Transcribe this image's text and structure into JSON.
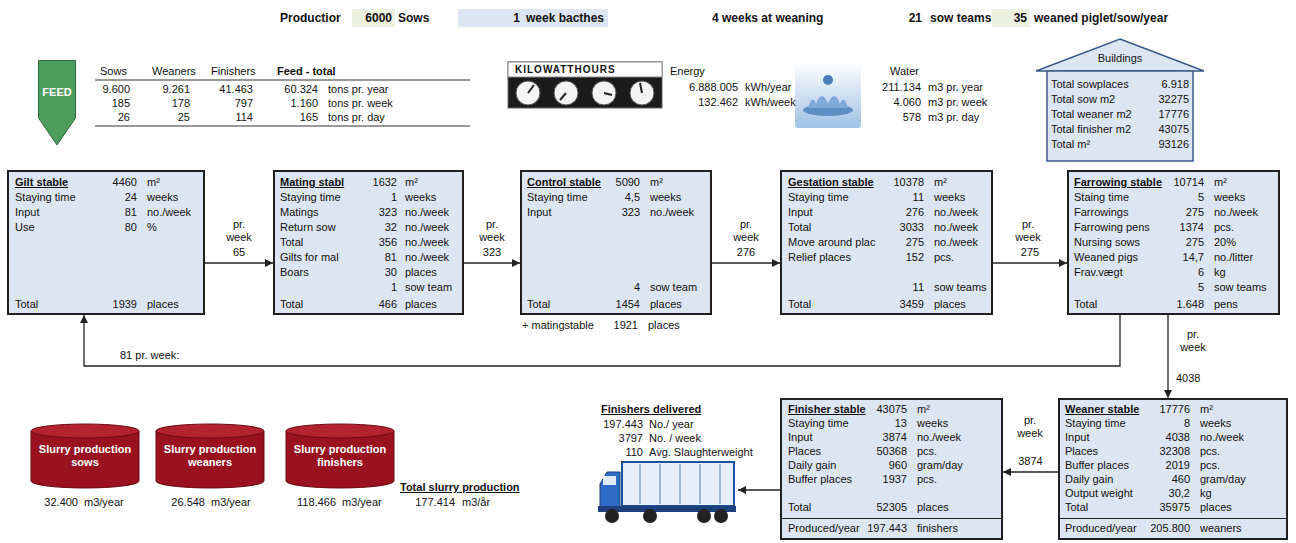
{
  "diagram": {
    "nodes": [
      {
        "text": [
          "FEED"
        ]
      },
      {
        "text": [
          "Buildings",
          "Total sowplaces",
          "6.918",
          "Total sow m2",
          "32275",
          "Total weaner m2",
          "17776",
          "Total finisher m2",
          "43075",
          "Total m²",
          "93126"
        ]
      },
      {
        "text": [
          "Gilt stable",
          "4460",
          "m²",
          "Staying time",
          "24",
          "weeks",
          "Input",
          "81",
          "no./week",
          "Use",
          "80",
          "%",
          "Total",
          "1939",
          "places"
        ]
      },
      {
        "text": [
          "Mating stabl",
          "1632",
          "m²",
          "Staying time",
          "1",
          "weeks",
          "Matings",
          "323",
          "no./week",
          "Return sow",
          "32",
          "no./week",
          "Total",
          "356",
          "no./week",
          "Gilts for mal",
          "81",
          "no./week",
          "Boars",
          "30",
          "places",
          "1",
          "sow team",
          "Total",
          "466",
          "places"
        ]
      },
      {
        "text": [
          "Control stable",
          "5090",
          "m²",
          "Staying time",
          "4,5",
          "weeks",
          "Input",
          "323",
          "no./week",
          "4",
          "sow team",
          "Total",
          "1454",
          "places"
        ]
      },
      {
        "text": [
          "Gestation stable",
          "10378",
          "m²",
          "Staying time",
          "11",
          "weeks",
          "Input",
          "276",
          "no./week",
          "Total",
          "3033",
          "no./week",
          "Move around plac",
          "275",
          "no./week",
          "Relief places",
          "152",
          "pcs.",
          "11",
          "sow teams",
          "Total",
          "3459",
          "places"
        ]
      },
      {
        "text": [
          "Farrowing stable",
          "10714",
          "m²",
          "Staing time",
          "5",
          "weeks",
          "Farrowings",
          "275",
          "no./week",
          "Farrowing pens",
          "1374",
          "pcs.",
          "Nursing sows",
          "275",
          "20%",
          "Weaned pigs",
          "14,7",
          "no./litter",
          "Frav.vægt",
          "6",
          "kg",
          "5",
          "sow teams",
          "Total",
          "1.648",
          "pens"
        ]
      },
      {
        "text": [
          "Slurry production sows"
        ]
      },
      {
        "text": [
          "Slurry production weaners"
        ]
      },
      {
        "text": [
          "Slurry production finishers"
        ]
      },
      {
        "text": [
          "Finisher stable",
          "43075",
          "m²",
          "Staying time",
          "13",
          "weeks",
          "Input",
          "3874",
          "no./week",
          "Places",
          "50368",
          "pcs.",
          "Daily gain",
          "960",
          "gram/day",
          "Buffer places",
          "1937",
          "pcs.",
          "Total",
          "52305",
          "places",
          "Produced/year",
          "197.443",
          "finishers"
        ]
      },
      {
        "text": [
          "Weaner stable",
          "17776",
          "m²",
          "Staying time",
          "8",
          "weeks",
          "Input",
          "4038",
          "no./week",
          "Places",
          "32308",
          "pcs.",
          "Buffer places",
          "2019",
          "pcs.",
          "Daily gain",
          "460",
          "gram/day",
          "Output weight",
          "30,2",
          "kg",
          "Total",
          "35975",
          "places",
          "Produced/year",
          "205.800",
          "weaners"
        ]
      }
    ],
    "edges": [
      {
        "from": 2,
        "to": 3,
        "label": "65",
        "arrow": "to"
      },
      {
        "from": 3,
        "to": 4,
        "label": "323",
        "arrow": "to"
      },
      {
        "from": 4,
        "to": 5,
        "label": "276",
        "arrow": "to"
      },
      {
        "from": 5,
        "to": 6,
        "label": "275",
        "arrow": "to"
      },
      {
        "from": 6,
        "to": 11,
        "label": "4038",
        "arrow": "to"
      },
      {
        "from": 11,
        "to": 10,
        "label": "3874",
        "arrow": "to"
      },
      {
        "from": 6,
        "to": 2,
        "label": "81 pr. week:",
        "arrow": "to"
      }
    ],
    "labels": [
      "Productior",
      "6000",
      "Sows",
      "1",
      "week bacthes",
      "4 weeks at weaning",
      "21",
      "sow teams",
      "35",
      "weaned piglet/sow/year",
      "Sows",
      "Weaners",
      "Finishers",
      "Feed - total",
      "9.600",
      "9.261",
      "41.463",
      "60.324",
      "tons pr. year",
      "185",
      "178",
      "797",
      "1.160",
      "tons pr. week",
      "26",
      "25",
      "114",
      "165",
      "tons pr. day",
      "KILOWATTHOURS",
      "Energy",
      "6.888.005",
      "kWh/year",
      "132.462",
      "kWh/week",
      "Water",
      "211.134",
      "m3 pr. year",
      "4.060",
      "m3 pr. week",
      "578",
      "m3 pr. day",
      "pr. week",
      "pr. week",
      "pr. week",
      "pr. week",
      "pr. week",
      "pr. week",
      "+ matingstable",
      "1921",
      "places",
      "Finishers delivered",
      "197.443",
      "No./ year",
      "3797",
      "No. / week",
      "110",
      "Avg. Slaughterweight",
      "32.400",
      "m3/year",
      "26.548",
      "m3/year",
      "118.466",
      "m3/year",
      "Total slurry production",
      "177.414",
      "m3/år"
    ]
  }
}
